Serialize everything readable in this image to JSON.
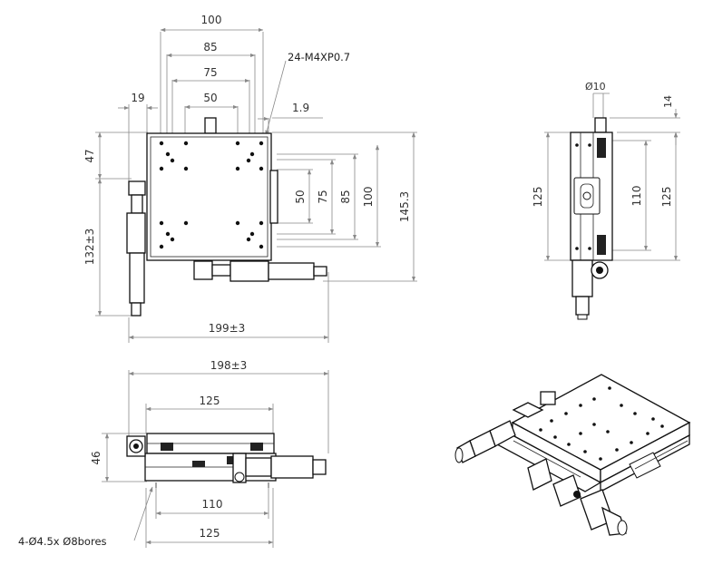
{
  "top_view": {
    "dim_100": "100",
    "dim_85": "85",
    "dim_75": "75",
    "dim_50": "50",
    "dim_19": "19",
    "dim_1_9": "1.9",
    "callout": "24-M4XP0.7",
    "dim_47": "47",
    "dim_132": "132±3",
    "dim_199": "199±3",
    "dim_v50": "50",
    "dim_v75": "75",
    "dim_v85": "85",
    "dim_v100": "100",
    "dim_v145": "145.3"
  },
  "side_view": {
    "dim_dia10": "Ø10",
    "dim_14": "14",
    "dim_125_left": "125",
    "dim_110": "110",
    "dim_125_right": "125"
  },
  "front_view": {
    "dim_198": "198±3",
    "dim_125_top": "125",
    "dim_46": "46",
    "dim_110": "110",
    "dim_125_bottom": "125",
    "callout": "4-Ø4.5x Ø8bores"
  },
  "colors": {
    "line": "#111111",
    "dimension": "#888888",
    "text": "#333333"
  }
}
